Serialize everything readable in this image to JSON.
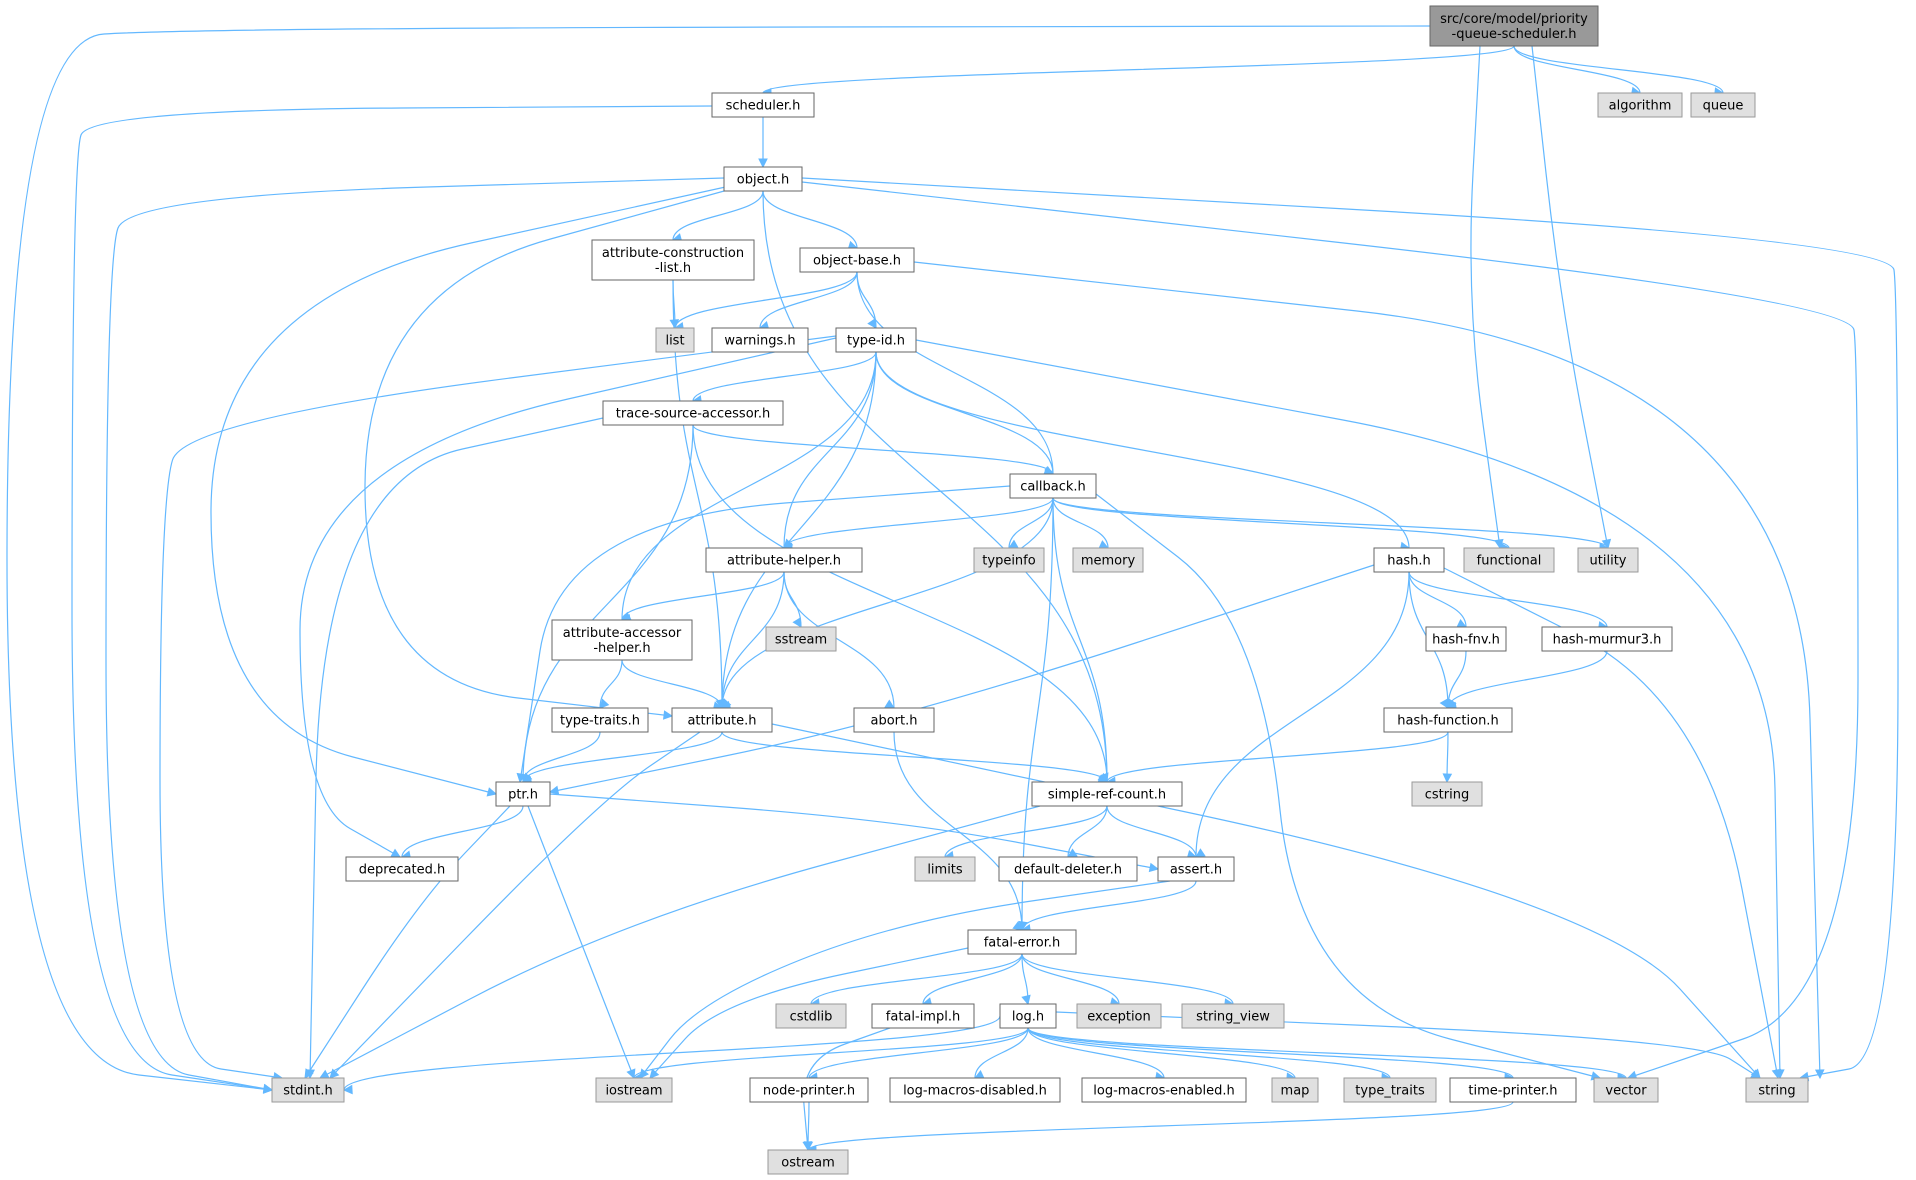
{
  "diagram": {
    "colors": {
      "edge": "#63b8ff",
      "local_node_fill": "#ffffff",
      "system_node_fill": "#e0e0e0",
      "root_node_fill": "#999999",
      "border": "#666666"
    },
    "nodes": [
      {
        "id": "root",
        "kind": "root",
        "lines": [
          "src/core/model/priority",
          "-queue-scheduler.h"
        ]
      },
      {
        "id": "scheduler",
        "kind": "local",
        "lines": [
          "scheduler.h"
        ]
      },
      {
        "id": "algorithm",
        "kind": "system",
        "lines": [
          "algorithm"
        ]
      },
      {
        "id": "queue",
        "kind": "system",
        "lines": [
          "queue"
        ]
      },
      {
        "id": "object",
        "kind": "local",
        "lines": [
          "object.h"
        ]
      },
      {
        "id": "attrconst",
        "kind": "local",
        "lines": [
          "attribute-construction",
          "-list.h"
        ]
      },
      {
        "id": "objbase",
        "kind": "local",
        "lines": [
          "object-base.h"
        ]
      },
      {
        "id": "list",
        "kind": "system",
        "lines": [
          "list"
        ]
      },
      {
        "id": "warnings",
        "kind": "local",
        "lines": [
          "warnings.h"
        ]
      },
      {
        "id": "typeid",
        "kind": "local",
        "lines": [
          "type-id.h"
        ]
      },
      {
        "id": "tracesrc",
        "kind": "local",
        "lines": [
          "trace-source-accessor.h"
        ]
      },
      {
        "id": "callback",
        "kind": "local",
        "lines": [
          "callback.h"
        ]
      },
      {
        "id": "attrhelper",
        "kind": "local",
        "lines": [
          "attribute-helper.h"
        ]
      },
      {
        "id": "typeinfo",
        "kind": "system",
        "lines": [
          "typeinfo"
        ]
      },
      {
        "id": "memory",
        "kind": "system",
        "lines": [
          "memory"
        ]
      },
      {
        "id": "hash",
        "kind": "local",
        "lines": [
          "hash.h"
        ]
      },
      {
        "id": "functional",
        "kind": "system",
        "lines": [
          "functional"
        ]
      },
      {
        "id": "utility",
        "kind": "system",
        "lines": [
          "utility"
        ]
      },
      {
        "id": "sstream",
        "kind": "system",
        "lines": [
          "sstream"
        ]
      },
      {
        "id": "attraccessor",
        "kind": "local",
        "lines": [
          "attribute-accessor",
          "-helper.h"
        ]
      },
      {
        "id": "hashfnv",
        "kind": "local",
        "lines": [
          "hash-fnv.h"
        ]
      },
      {
        "id": "hashmurmur",
        "kind": "local",
        "lines": [
          "hash-murmur3.h"
        ]
      },
      {
        "id": "typetraits_h",
        "kind": "local",
        "lines": [
          "type-traits.h"
        ]
      },
      {
        "id": "attribute",
        "kind": "local",
        "lines": [
          "attribute.h"
        ]
      },
      {
        "id": "abort",
        "kind": "local",
        "lines": [
          "abort.h"
        ]
      },
      {
        "id": "hashfunc",
        "kind": "local",
        "lines": [
          "hash-function.h"
        ]
      },
      {
        "id": "ptr",
        "kind": "local",
        "lines": [
          "ptr.h"
        ]
      },
      {
        "id": "simpleref",
        "kind": "local",
        "lines": [
          "simple-ref-count.h"
        ]
      },
      {
        "id": "cstring",
        "kind": "system",
        "lines": [
          "cstring"
        ]
      },
      {
        "id": "deprecated",
        "kind": "local",
        "lines": [
          "deprecated.h"
        ]
      },
      {
        "id": "limits",
        "kind": "system",
        "lines": [
          "limits"
        ]
      },
      {
        "id": "defdeleter",
        "kind": "local",
        "lines": [
          "default-deleter.h"
        ]
      },
      {
        "id": "assert",
        "kind": "local",
        "lines": [
          "assert.h"
        ]
      },
      {
        "id": "fatalerror",
        "kind": "local",
        "lines": [
          "fatal-error.h"
        ]
      },
      {
        "id": "cstdlib",
        "kind": "system",
        "lines": [
          "cstdlib"
        ]
      },
      {
        "id": "fatalimpl",
        "kind": "local",
        "lines": [
          "fatal-impl.h"
        ]
      },
      {
        "id": "log",
        "kind": "local",
        "lines": [
          "log.h"
        ]
      },
      {
        "id": "exception",
        "kind": "system",
        "lines": [
          "exception"
        ]
      },
      {
        "id": "string_view",
        "kind": "system",
        "lines": [
          "string_view"
        ]
      },
      {
        "id": "stdint",
        "kind": "system",
        "lines": [
          "stdint.h"
        ]
      },
      {
        "id": "iostream",
        "kind": "system",
        "lines": [
          "iostream"
        ]
      },
      {
        "id": "nodeprinter",
        "kind": "local",
        "lines": [
          "node-printer.h"
        ]
      },
      {
        "id": "logdisabled",
        "kind": "local",
        "lines": [
          "log-macros-disabled.h"
        ]
      },
      {
        "id": "logenabled",
        "kind": "local",
        "lines": [
          "log-macros-enabled.h"
        ]
      },
      {
        "id": "map",
        "kind": "system",
        "lines": [
          "map"
        ]
      },
      {
        "id": "type_traits",
        "kind": "system",
        "lines": [
          "type_traits"
        ]
      },
      {
        "id": "timeprinter",
        "kind": "local",
        "lines": [
          "time-printer.h"
        ]
      },
      {
        "id": "vector",
        "kind": "system",
        "lines": [
          "vector"
        ]
      },
      {
        "id": "string",
        "kind": "system",
        "lines": [
          "string"
        ]
      },
      {
        "id": "ostream",
        "kind": "system",
        "lines": [
          "ostream"
        ]
      }
    ],
    "edges": [
      [
        "root",
        "stdint"
      ],
      [
        "root",
        "scheduler"
      ],
      [
        "root",
        "functional"
      ],
      [
        "root",
        "utility"
      ],
      [
        "root",
        "algorithm"
      ],
      [
        "root",
        "queue"
      ],
      [
        "scheduler",
        "stdint"
      ],
      [
        "scheduler",
        "object"
      ],
      [
        "object",
        "stdint"
      ],
      [
        "object",
        "ptr"
      ],
      [
        "object",
        "attribute"
      ],
      [
        "object",
        "attrconst"
      ],
      [
        "object",
        "objbase"
      ],
      [
        "object",
        "simpleref"
      ],
      [
        "object",
        "vector"
      ],
      [
        "object",
        "string"
      ],
      [
        "attrconst",
        "list"
      ],
      [
        "attrconst",
        "attribute"
      ],
      [
        "objbase",
        "list"
      ],
      [
        "objbase",
        "warnings"
      ],
      [
        "objbase",
        "typeid"
      ],
      [
        "objbase",
        "callback"
      ],
      [
        "objbase",
        "string"
      ],
      [
        "typeid",
        "stdint"
      ],
      [
        "typeid",
        "deprecated"
      ],
      [
        "typeid",
        "attraccessor"
      ],
      [
        "typeid",
        "tracesrc"
      ],
      [
        "typeid",
        "attribute"
      ],
      [
        "typeid",
        "attrhelper"
      ],
      [
        "typeid",
        "callback"
      ],
      [
        "typeid",
        "hash"
      ],
      [
        "typeid",
        "string"
      ],
      [
        "tracesrc",
        "stdint"
      ],
      [
        "tracesrc",
        "ptr"
      ],
      [
        "tracesrc",
        "callback"
      ],
      [
        "tracesrc",
        "simpleref"
      ],
      [
        "callback",
        "ptr"
      ],
      [
        "callback",
        "attribute"
      ],
      [
        "callback",
        "attrhelper"
      ],
      [
        "callback",
        "typeinfo"
      ],
      [
        "callback",
        "memory"
      ],
      [
        "callback",
        "functional"
      ],
      [
        "callback",
        "utility"
      ],
      [
        "callback",
        "simpleref"
      ],
      [
        "callback",
        "fatalerror"
      ],
      [
        "callback",
        "vector"
      ],
      [
        "attrhelper",
        "attraccessor"
      ],
      [
        "attrhelper",
        "sstream"
      ],
      [
        "attrhelper",
        "attribute"
      ],
      [
        "attrhelper",
        "abort"
      ],
      [
        "hash",
        "ptr"
      ],
      [
        "hash",
        "hashfnv"
      ],
      [
        "hash",
        "hashmurmur"
      ],
      [
        "hash",
        "hashfunc"
      ],
      [
        "hash",
        "assert"
      ],
      [
        "hash",
        "string"
      ],
      [
        "attraccessor",
        "typetraits_h"
      ],
      [
        "attraccessor",
        "attribute"
      ],
      [
        "hashfnv",
        "hashfunc"
      ],
      [
        "hashmurmur",
        "hashfunc"
      ],
      [
        "typetraits_h",
        "ptr"
      ],
      [
        "attribute",
        "ptr"
      ],
      [
        "attribute",
        "stdint"
      ],
      [
        "attribute",
        "simpleref"
      ],
      [
        "attribute",
        "string"
      ],
      [
        "abort",
        "fatalerror"
      ],
      [
        "hashfunc",
        "simpleref"
      ],
      [
        "hashfunc",
        "cstring"
      ],
      [
        "ptr",
        "deprecated"
      ],
      [
        "ptr",
        "stdint"
      ],
      [
        "ptr",
        "iostream"
      ],
      [
        "ptr",
        "assert"
      ],
      [
        "simpleref",
        "stdint"
      ],
      [
        "simpleref",
        "limits"
      ],
      [
        "simpleref",
        "defdeleter"
      ],
      [
        "simpleref",
        "assert"
      ],
      [
        "assert",
        "fatalerror"
      ],
      [
        "assert",
        "iostream"
      ],
      [
        "fatalerror",
        "iostream"
      ],
      [
        "fatalerror",
        "cstdlib"
      ],
      [
        "fatalerror",
        "fatalimpl"
      ],
      [
        "fatalerror",
        "log"
      ],
      [
        "fatalerror",
        "exception"
      ],
      [
        "fatalerror",
        "string_view"
      ],
      [
        "fatalimpl",
        "ostream"
      ],
      [
        "log",
        "stdint"
      ],
      [
        "log",
        "iostream"
      ],
      [
        "log",
        "nodeprinter"
      ],
      [
        "log",
        "logdisabled"
      ],
      [
        "log",
        "logenabled"
      ],
      [
        "log",
        "map"
      ],
      [
        "log",
        "type_traits"
      ],
      [
        "log",
        "timeprinter"
      ],
      [
        "log",
        "vector"
      ],
      [
        "log",
        "string"
      ],
      [
        "nodeprinter",
        "ostream"
      ],
      [
        "timeprinter",
        "ostream"
      ]
    ]
  }
}
